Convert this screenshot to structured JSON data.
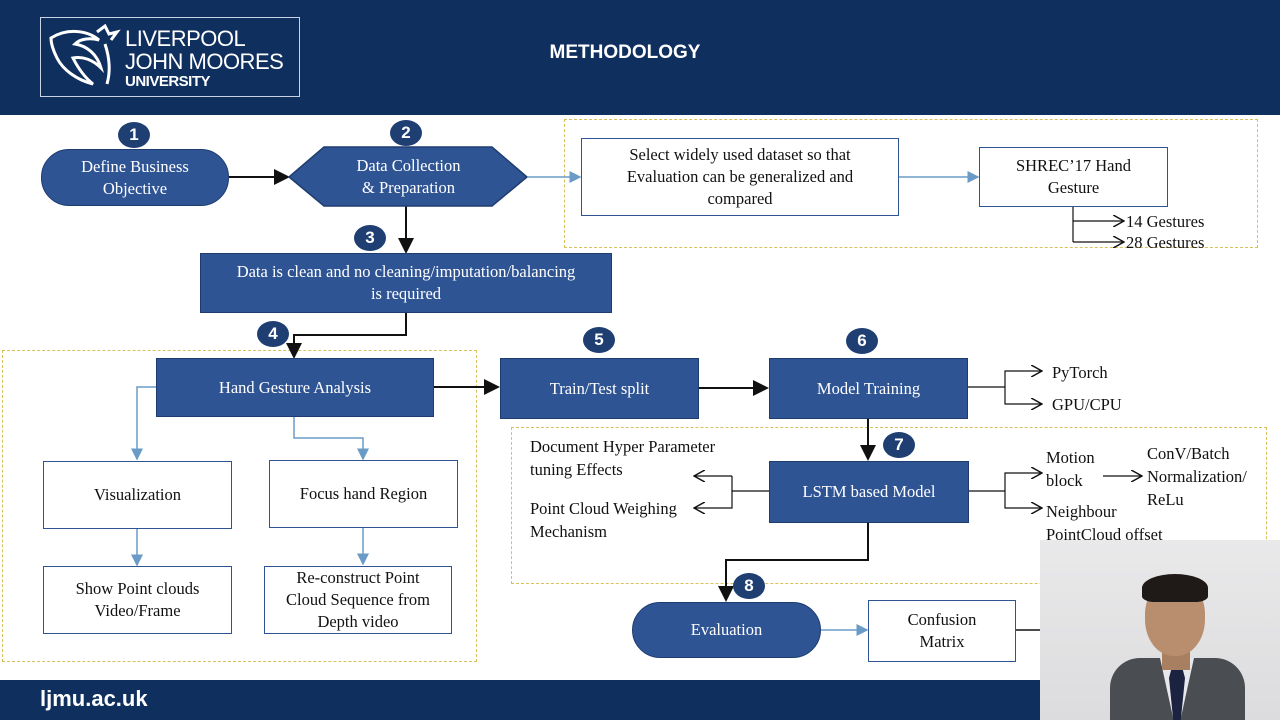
{
  "header": {
    "logo": {
      "line1": "LIVERPOOL",
      "line2": "JOHN MOORES",
      "line3": "UNIVERSITY"
    },
    "title": "METHODOLOGY"
  },
  "steps": {
    "s1": "1",
    "s2": "2",
    "s3": "3",
    "s4": "4",
    "s5": "5",
    "s6": "6",
    "s7": "7",
    "s8": "8"
  },
  "nodes": {
    "define_objective": {
      "l1": "Define Business",
      "l2": "Objective"
    },
    "data_collection": {
      "l1": "Data Collection",
      "l2": "& Preparation"
    },
    "dataset_select": {
      "l1": "Select widely used dataset so that",
      "l2": "Evaluation can be generalized and",
      "l3": "compared"
    },
    "shrec": {
      "l1": "SHREC’17 Hand",
      "l2": "Gesture"
    },
    "gestures14": "14 Gestures",
    "gestures28": "28 Gestures",
    "data_clean": {
      "l1": "Data is clean and no cleaning/imputation/balancing",
      "l2": "is required"
    },
    "hand_analysis": "Hand Gesture Analysis",
    "train_test": "Train/Test split",
    "model_training": "Model Training",
    "pytorch": "PyTorch",
    "gpu_cpu": "GPU/CPU",
    "visualization": "Visualization",
    "focus_region": "Focus hand Region",
    "show_point_clouds": {
      "l1": "Show Point clouds",
      "l2": "Video/Frame"
    },
    "reconstruct": {
      "l1": "Re-construct Point",
      "l2": "Cloud Sequence from",
      "l3": "Depth video"
    },
    "doc_hyper": {
      "l1": "Document Hyper Parameter",
      "l2": "tuning Effects"
    },
    "point_cloud_weigh": {
      "l1": "Point Cloud Weighing",
      "l2": "Mechanism"
    },
    "lstm": "LSTM based Model",
    "motion_block": {
      "l1": "Motion",
      "l2": "block"
    },
    "conv_batch": {
      "l1": "ConV/Batch",
      "l2": "Normalization/",
      "l3": "ReLu"
    },
    "neighbour": {
      "l1": "Neighbour",
      "l2": "PointCloud offset"
    },
    "evaluation": "Evaluation",
    "confusion": {
      "l1": "Confusion",
      "l2": "Matrix"
    }
  },
  "footer": {
    "url": "ljmu.ac.uk"
  },
  "colors": {
    "header": "#0f2f5e",
    "node_fill": "#2f5494",
    "connector": "#6a9bc7",
    "badge": "#1f3f73",
    "dashed_border": "#d8c05a"
  }
}
